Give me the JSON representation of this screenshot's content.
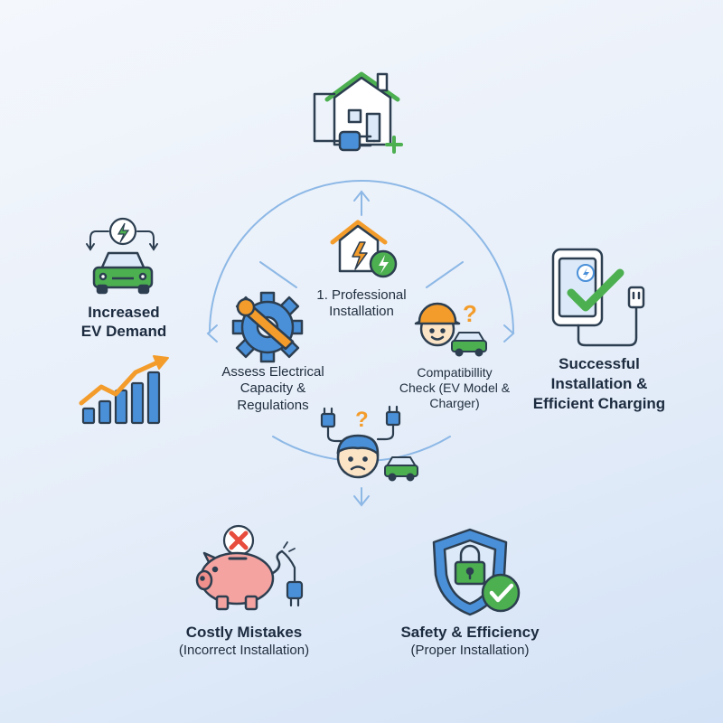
{
  "center": {
    "line1": "1. Professional",
    "line2": "Installation"
  },
  "assess": {
    "line1": "Assess Electrical",
    "line2": "Capacity &",
    "line3": "Regulations"
  },
  "compat": {
    "line1": "Compatibillity",
    "line2": "Check (EV Model &",
    "line3": "Charger)"
  },
  "demand": {
    "line1": "Increased",
    "line2": "EV Demand"
  },
  "success": {
    "line1": "Successful",
    "line2": "Installation &",
    "line3": "Efficient Charging"
  },
  "costly": {
    "title": "Costly Mistakes",
    "sub": "(Incorrect Installation)"
  },
  "safety": {
    "title": "Safety & Efficiency",
    "sub": "(Proper Installation)"
  },
  "icons": {
    "question": "?"
  },
  "colors": {
    "outline": "#2c3e50",
    "green": "#4caf50",
    "blue": "#4a90d9",
    "orange": "#f39c2b",
    "pink": "#f4a3a0",
    "red": "#e74c3c",
    "arrow": "#8db8e6"
  }
}
